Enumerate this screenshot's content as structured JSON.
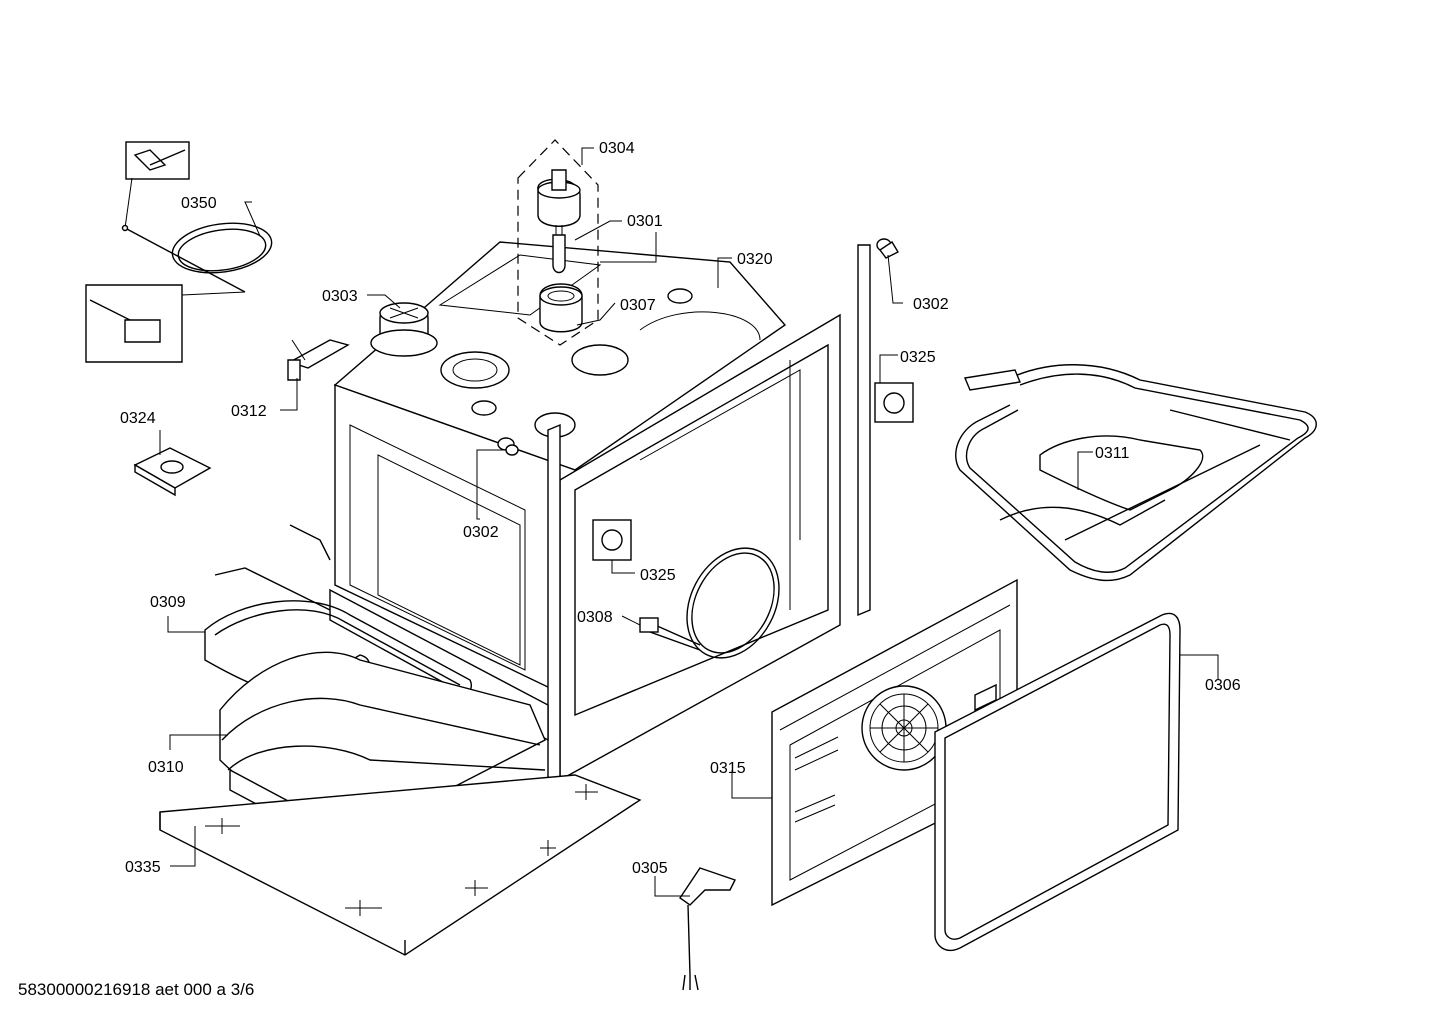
{
  "labels": {
    "p0304": "0304",
    "p0301": "0301",
    "p0350": "0350",
    "p0320": "0320",
    "p0303": "0303",
    "p0307": "0307",
    "p0302a": "0302",
    "p0325a": "0325",
    "p0312": "0312",
    "p0324": "0324",
    "p0311": "0311",
    "p0302b": "0302",
    "p0325b": "0325",
    "p0309": "0309",
    "p0308": "0308",
    "p0306": "0306",
    "p0310": "0310",
    "p0315": "0315",
    "p0335": "0335",
    "p0305": "0305"
  },
  "footer": {
    "doc_ref": "58300000216918 aet 000 a 3/6"
  }
}
